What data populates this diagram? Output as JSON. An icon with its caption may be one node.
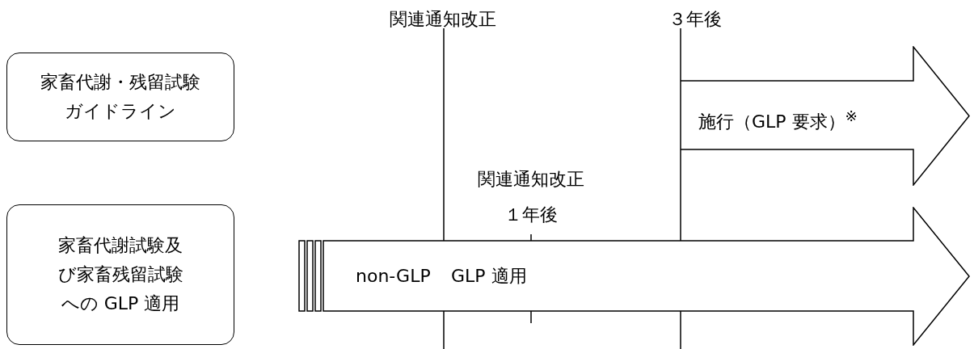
{
  "diagram": {
    "nodes": [
      {
        "text": [
          "家畜代謝・残留試験ガイドライン"
        ]
      },
      {
        "text": [
          "施行（GLP 要求）$^{※}$"
        ]
      },
      {
        "text": [
          "家畜代謝試験及び家畜残留試験への GLP 適用"
        ]
      },
      {
        "text": [
          "non-GLP",
          "GLP 適用"
        ]
      }
    ],
    "edges": [],
    "labels": [
      "関連通知改正",
      "３年後",
      "関連通知改正１年後"
    ]
  }
}
